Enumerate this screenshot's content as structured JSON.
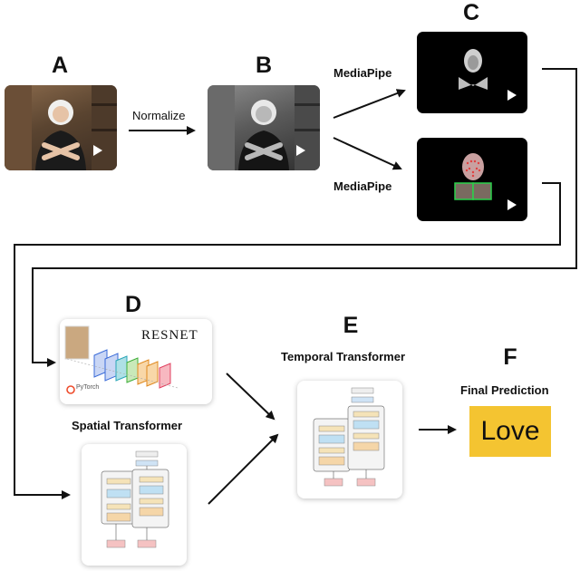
{
  "labels": {
    "a": "A",
    "b": "B",
    "c": "C",
    "d": "D",
    "e": "E",
    "f": "F"
  },
  "steps": {
    "normalize": "Normalize",
    "mediapipe_top": "MediaPipe",
    "mediapipe_bottom": "MediaPipe",
    "resnet": "RESNET",
    "pytorch": "PyTorch",
    "spatial_transformer": "Spatial Transformer",
    "temporal_transformer": "Temporal Transformer",
    "final_prediction": "Final Prediction",
    "prediction_word": "Love"
  },
  "colors": {
    "prediction_bg": "#f4c431",
    "landmark_box": "#2bd14a",
    "resnet_blocks": [
      "#c9d6f5",
      "#aee0e6",
      "#c9e9b9",
      "#f8d7a8",
      "#f7b8c0"
    ]
  }
}
